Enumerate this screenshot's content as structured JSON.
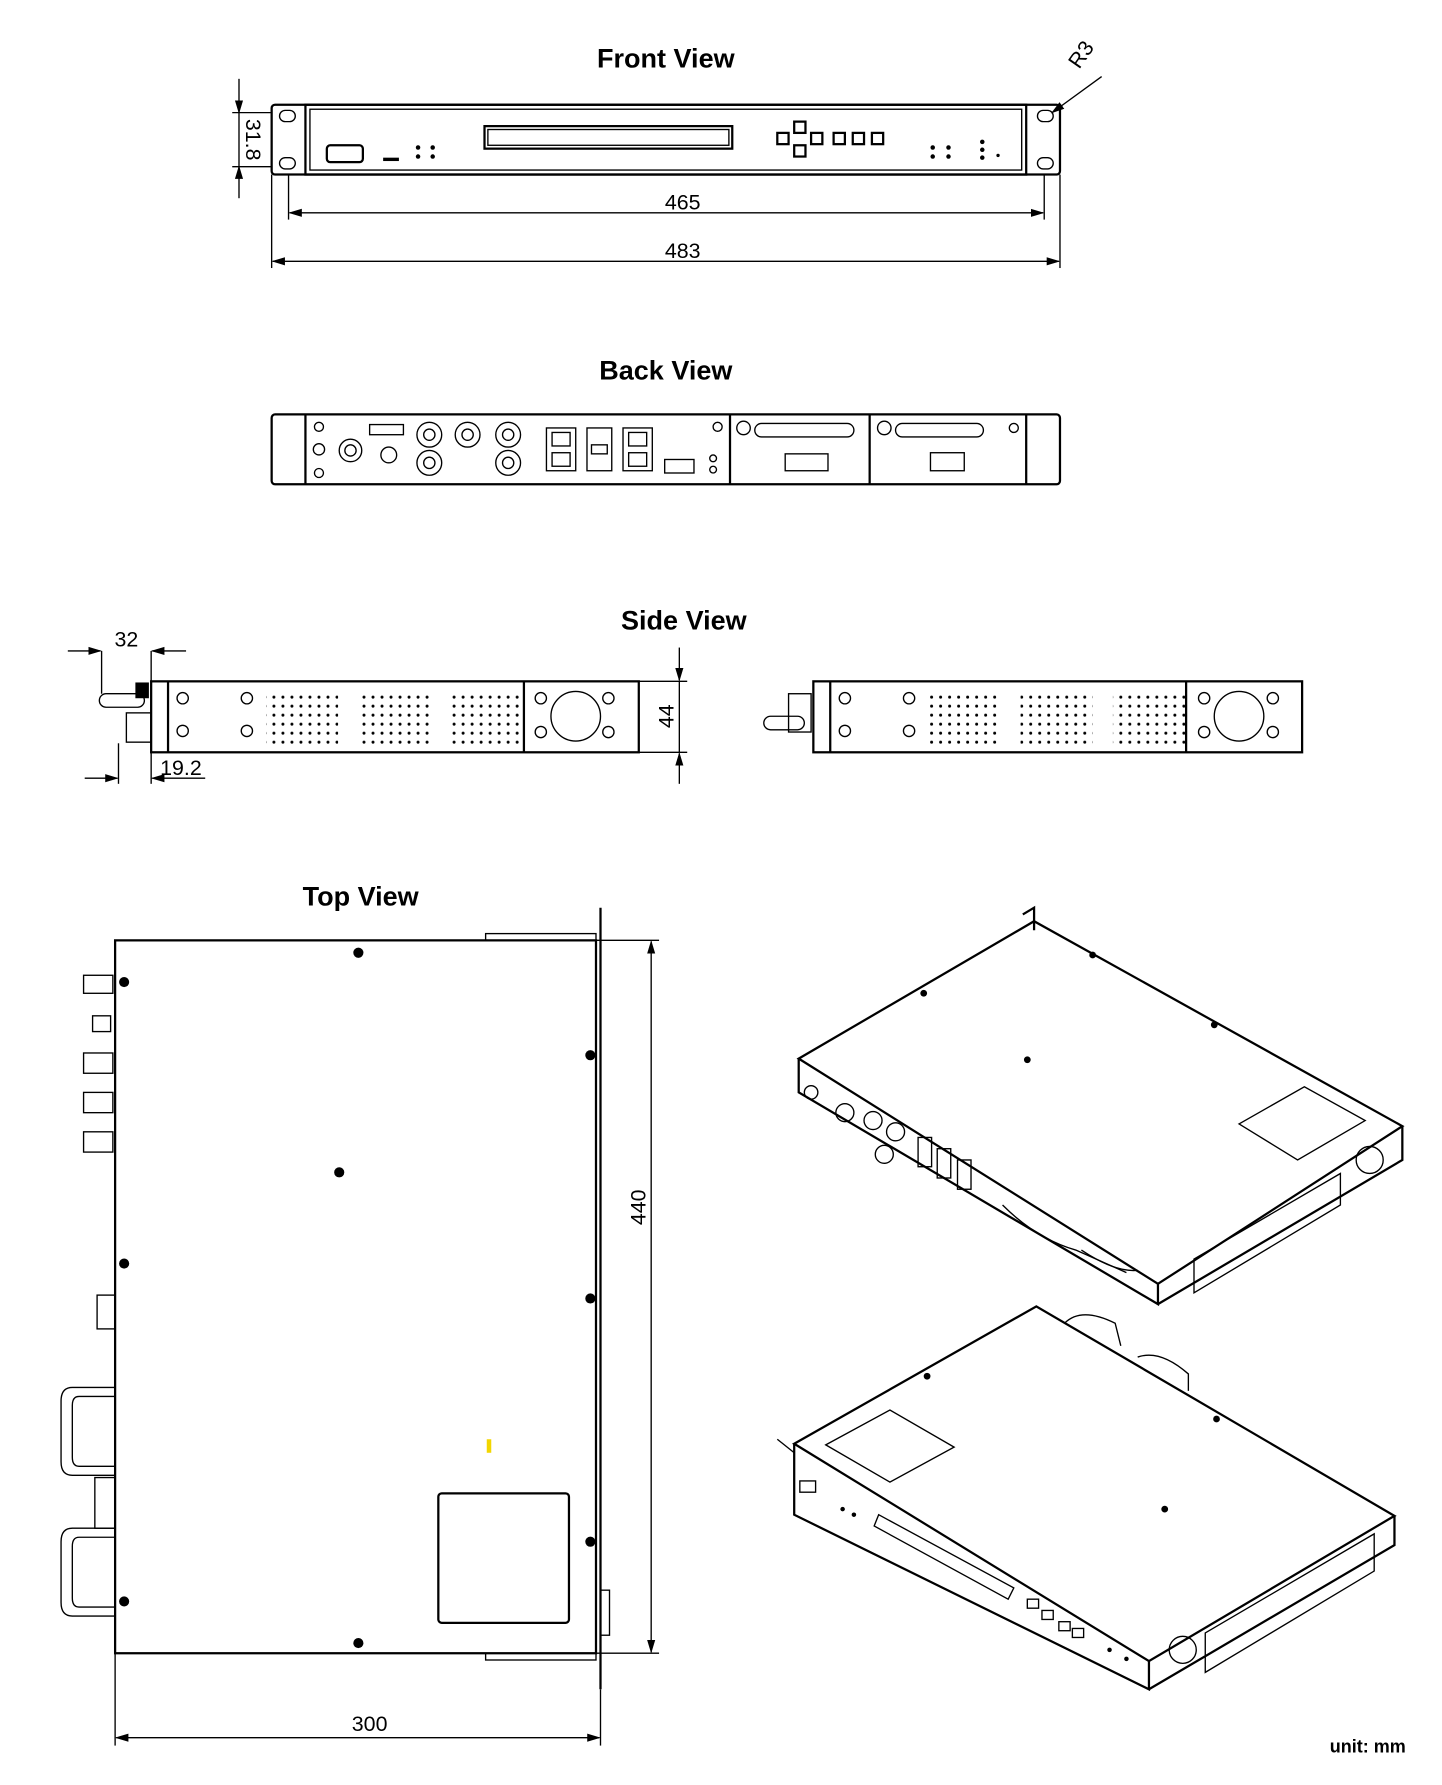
{
  "titles": {
    "front": "Front View",
    "back": "Back View",
    "side": "Side View",
    "top": "Top View"
  },
  "dimensions": {
    "front_height": "31.8",
    "front_inner_width": "465",
    "front_total_width": "483",
    "corner_radius": "R3",
    "side_handle": "32",
    "side_offset": "19.2",
    "side_height": "44",
    "top_depth": "440",
    "top_width": "300"
  },
  "unit": "unit: mm",
  "colors": {
    "line": "#000000",
    "marker": "#f2d600"
  }
}
